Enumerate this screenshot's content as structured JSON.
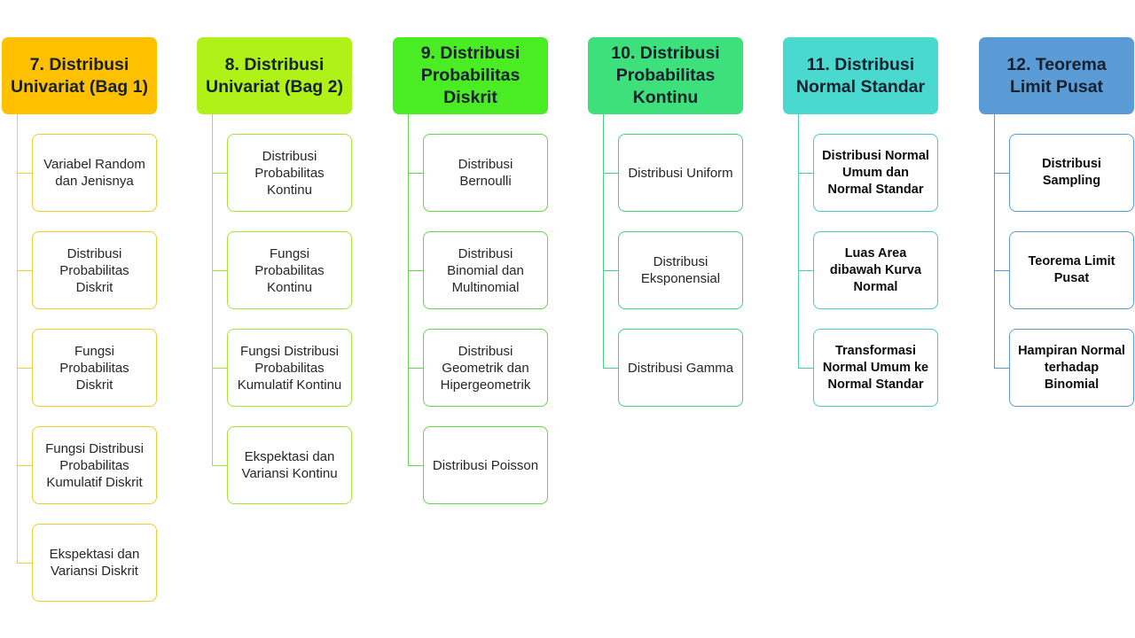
{
  "columns": [
    {
      "title": "7. Distribusi\nUnivariat (Bag 1)",
      "color": "#ffc000",
      "border": "#f2cc30",
      "bold_items": false,
      "items": [
        "Variabel Random\ndan Jenisnya",
        "Distribusi\nProbabilitas\nDiskrit",
        "Fungsi\nProbabilitas\nDiskrit",
        "Fungsi Distribusi\nProbabilitas\nKumulatif Diskrit",
        "Ekspektasi dan\nVariansi Diskrit"
      ]
    },
    {
      "title": "8. Distribusi\nUnivariat (Bag 2)",
      "color": "#b0f218",
      "border": "#a6e23a",
      "bold_items": false,
      "items": [
        "Distribusi\nProbabilitas\nKontinu",
        "Fungsi\nProbabilitas\nKontinu",
        "Fungsi Distribusi\nProbabilitas\nKumulatif Kontinu",
        "Ekspektasi dan\nVariansi Kontinu"
      ]
    },
    {
      "title": "9. Distribusi\nProbabilitas\nDiskrit",
      "color": "#4aed24",
      "border": "#5fd84a",
      "bold_items": false,
      "items": [
        "Distribusi\nBernoulli",
        "Distribusi\nBinomial dan\nMultinomial",
        "Distribusi\nGeometrik dan\nHipergeometrik",
        "Distribusi Poisson"
      ]
    },
    {
      "title": "10. Distribusi\nProbabilitas\nKontinu",
      "color": "#3de07a",
      "border": "#45cf80",
      "bold_items": false,
      "items": [
        "Distribusi Uniform",
        "Distribusi\nEksponensial",
        "Distribusi Gamma"
      ]
    },
    {
      "title": "11. Distribusi\nNormal Standar",
      "color": "#4ad9cf",
      "border": "#4cc9bf",
      "bold_items": true,
      "items": [
        "Distribusi Normal\nUmum dan\nNormal Standar",
        "Luas Area\ndibawah Kurva\nNormal",
        "Transformasi\nNormal Umum ke\nNormal Standar"
      ]
    },
    {
      "title": "12. Teorema\nLimit Pusat",
      "color": "#5b9bd5",
      "border": "#5b9bd5",
      "bold_items": true,
      "items": [
        "Distribusi\nSampling",
        "Teorema Limit\nPusat",
        "Hampiran Normal\nterhadap\nBinomial"
      ]
    }
  ]
}
